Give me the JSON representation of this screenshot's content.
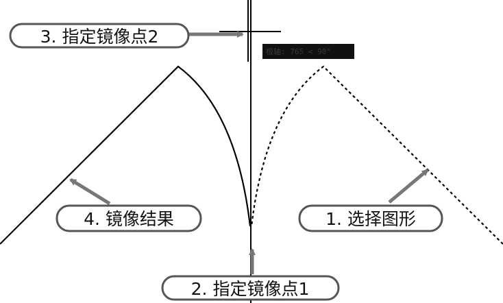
{
  "callouts": {
    "step1": "1. 选择图形",
    "step2": "2. 指定镜像点1",
    "step3": "3. 指定镜像点2",
    "step4": "4. 镜像结果"
  },
  "cursor_tooltip": "极轴: 765 < 90°",
  "colors": {
    "background": "#ffffff",
    "line": "#000000",
    "callout_border": "#555555",
    "arrow_fill": "#777777",
    "tooltip_bg": "#111111"
  }
}
